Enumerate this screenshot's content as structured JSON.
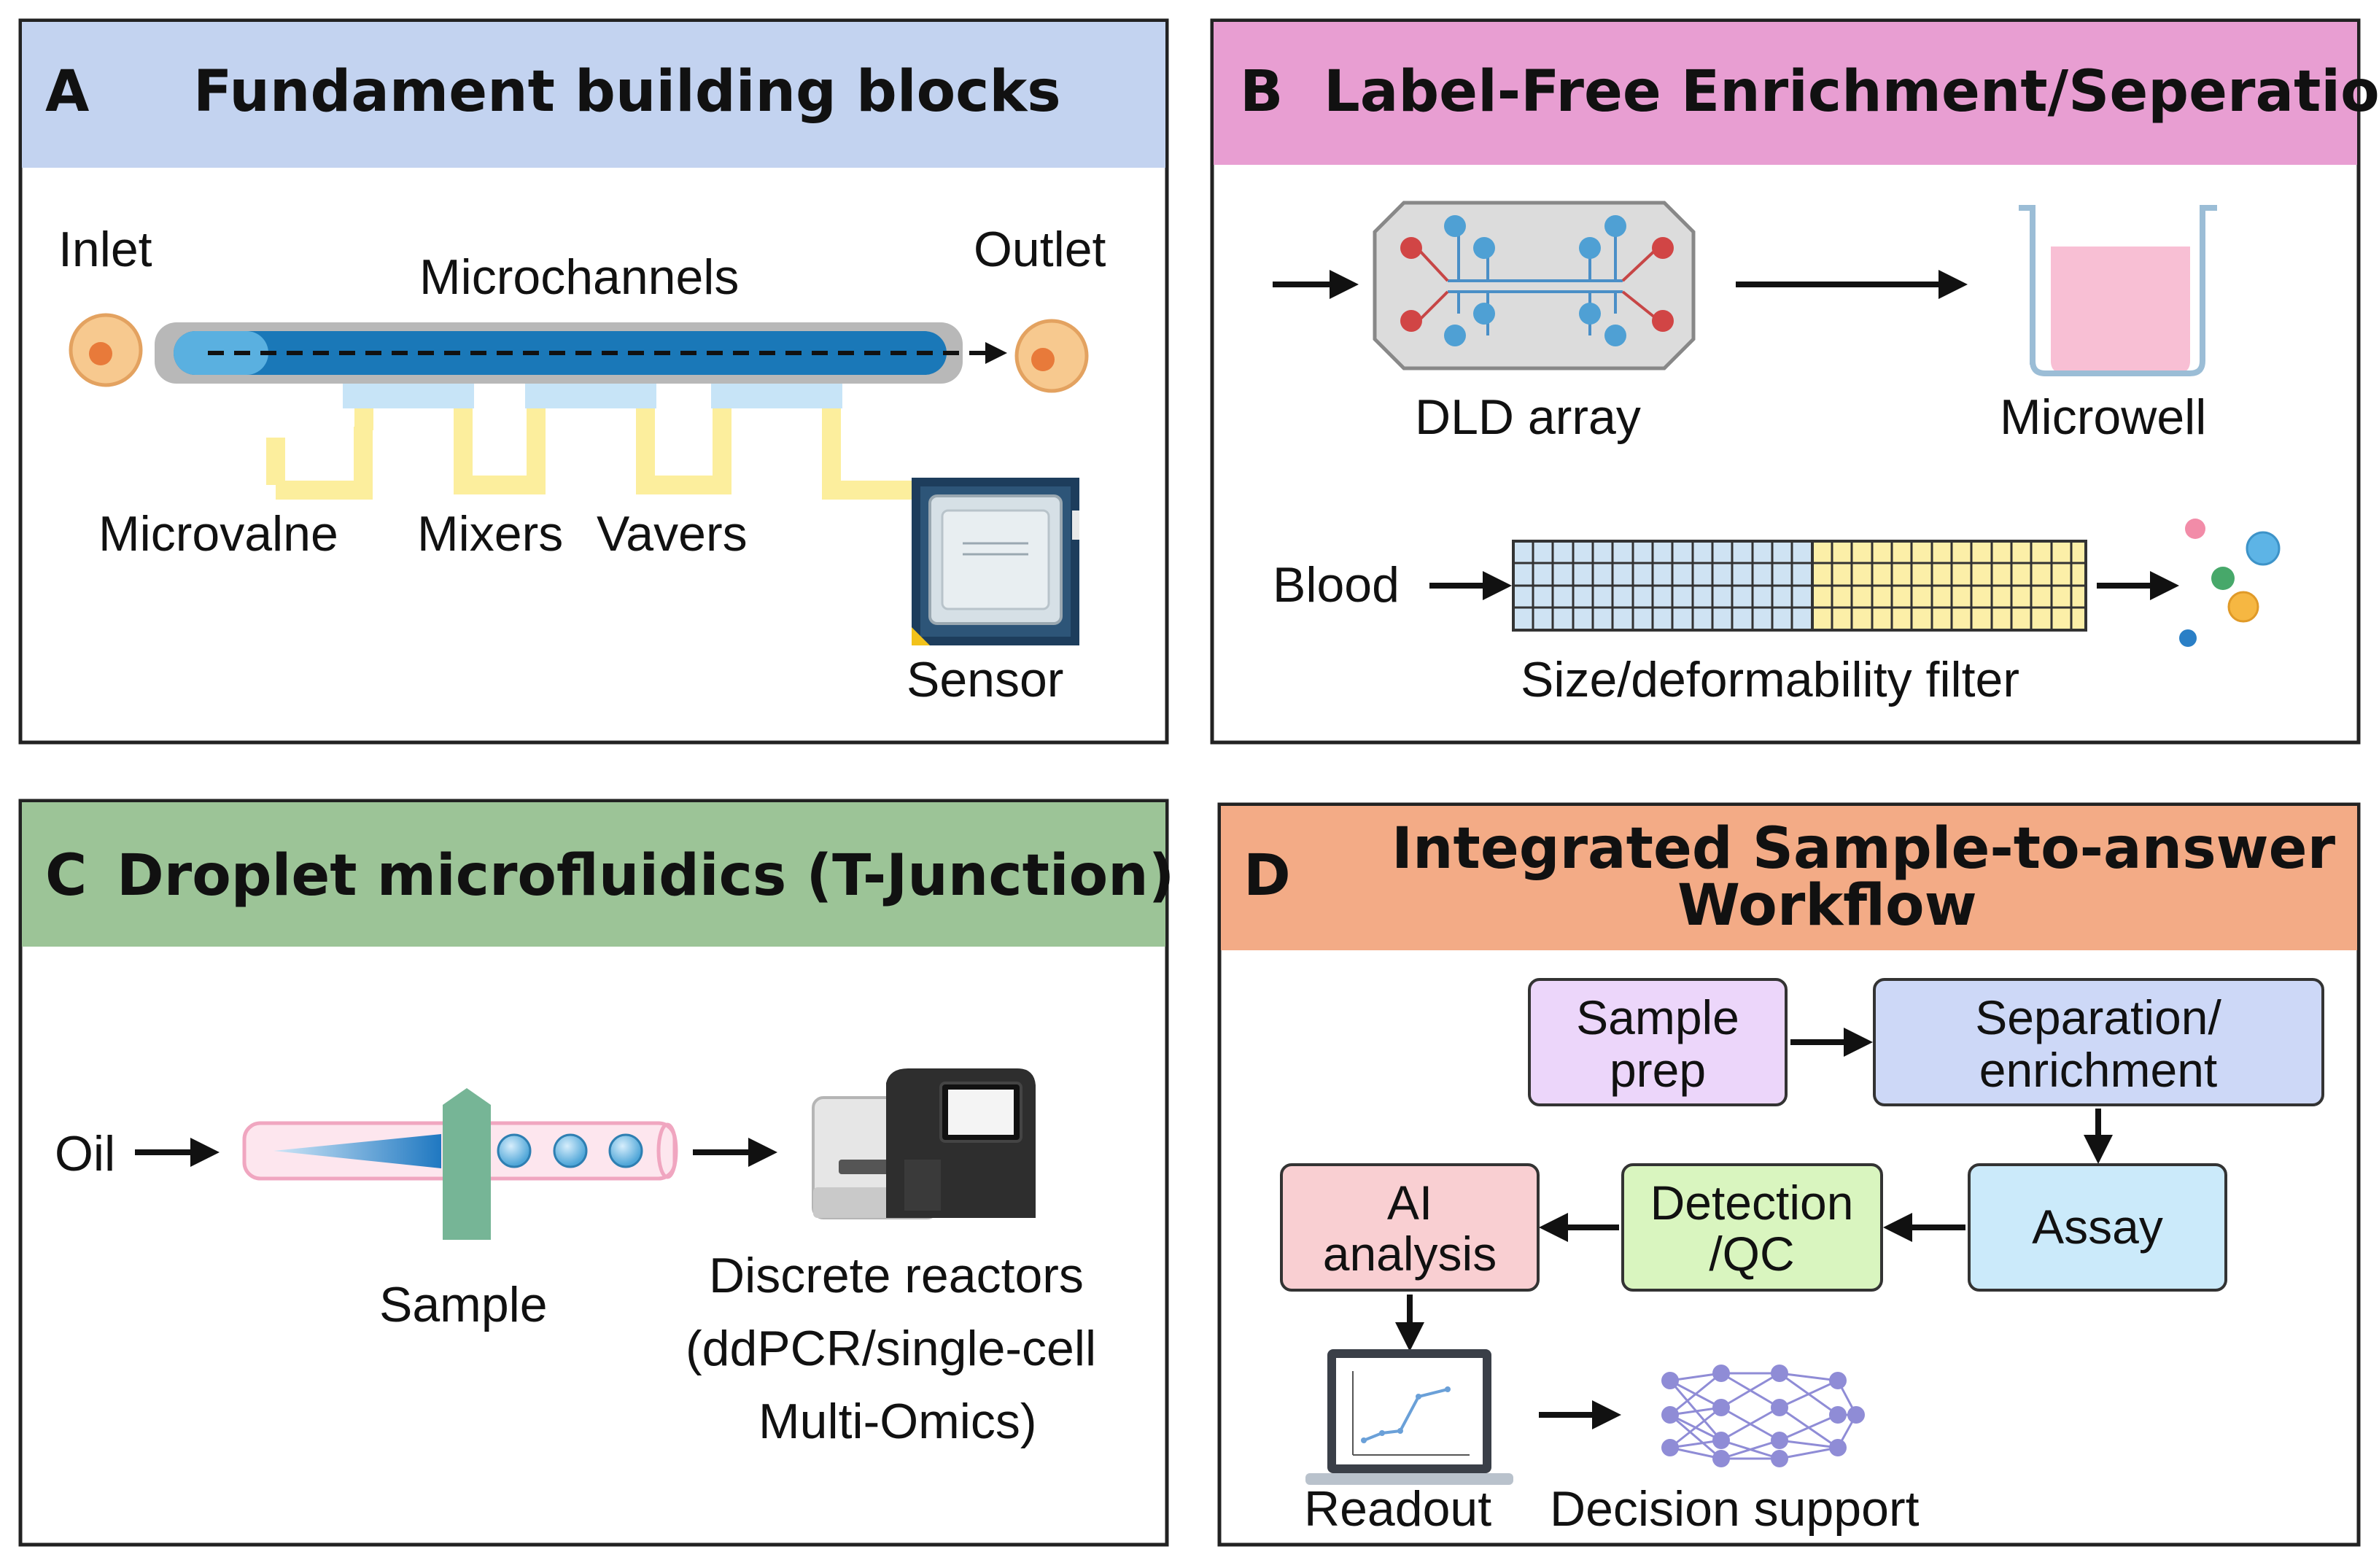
{
  "panels": {
    "a": {
      "letter": "A",
      "title": "Fundament building blocks",
      "header_color": "#c3d3f0",
      "labels": {
        "inlet": "Inlet",
        "outlet": "Outlet",
        "microchannels": "Microchannels",
        "microvalne": "Microvalne",
        "mixers": "Mixers",
        "vavers": "Vavers",
        "sensor": "Sensor"
      }
    },
    "b": {
      "letter": "B",
      "title": "Label-Free Enrichment/Seperation",
      "header_color": "#e89ed2",
      "labels": {
        "dld_array": "DLD array",
        "microwell": "Microwell",
        "blood": "Blood",
        "filter": "Size/deformability filter"
      }
    },
    "c": {
      "letter": "C",
      "title": "Droplet microfluidics (T-Junction)",
      "header_color": "#9cc497",
      "labels": {
        "oil": "Oil",
        "sample": "Sample",
        "reactors_line1": "Discrete reactors",
        "reactors_line2": "(ddPCR/single-cell",
        "reactors_line3": "Multi-Omics)"
      }
    },
    "d": {
      "letter": "D",
      "title_line1": "Integrated Sample-to-answer",
      "title_line2": "Workflow",
      "header_color": "#f3ab86",
      "boxes": {
        "sample_prep_1": "Sample",
        "sample_prep_2": "prep",
        "separation_1": "Separation/",
        "separation_2": "enrichment",
        "assay": "Assay",
        "detection_1": "Detection",
        "detection_2": "/QC",
        "ai_1": "AI",
        "ai_2": "analysis"
      },
      "box_colors": {
        "sample_prep": "#ecd6fa",
        "separation": "#cdd8f7",
        "assay": "#cbeafa",
        "detection": "#d9f5bf",
        "ai": "#f9cfd2"
      },
      "labels": {
        "readout": "Readout",
        "decision": "Decision support"
      }
    }
  }
}
